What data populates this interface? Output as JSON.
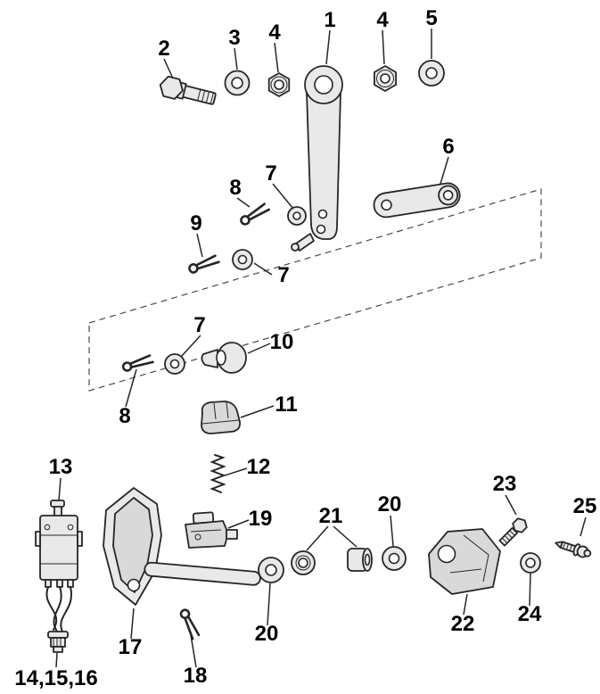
{
  "diagram": {
    "type": "exploded-parts-diagram",
    "background": "#ffffff",
    "colors": {
      "line": "#262626",
      "fill_light": "#e9e9e9",
      "fill_mid": "#d9d9d9",
      "label": "#000000"
    },
    "labels": [
      {
        "text": "1"
      },
      {
        "text": "2"
      },
      {
        "text": "3"
      },
      {
        "text": "4"
      },
      {
        "text": "4"
      },
      {
        "text": "5"
      },
      {
        "text": "6"
      },
      {
        "text": "7"
      },
      {
        "text": "8"
      },
      {
        "text": "9"
      },
      {
        "text": "7"
      },
      {
        "text": "7"
      },
      {
        "text": "10"
      },
      {
        "text": "8"
      },
      {
        "text": "11"
      },
      {
        "text": "12"
      },
      {
        "text": "13"
      },
      {
        "text": "19"
      },
      {
        "text": "21"
      },
      {
        "text": "20"
      },
      {
        "text": "23"
      },
      {
        "text": "25"
      },
      {
        "text": "22"
      },
      {
        "text": "24"
      },
      {
        "text": "20"
      },
      {
        "text": "17"
      },
      {
        "text": "18"
      },
      {
        "text": "14,15,16"
      }
    ]
  }
}
